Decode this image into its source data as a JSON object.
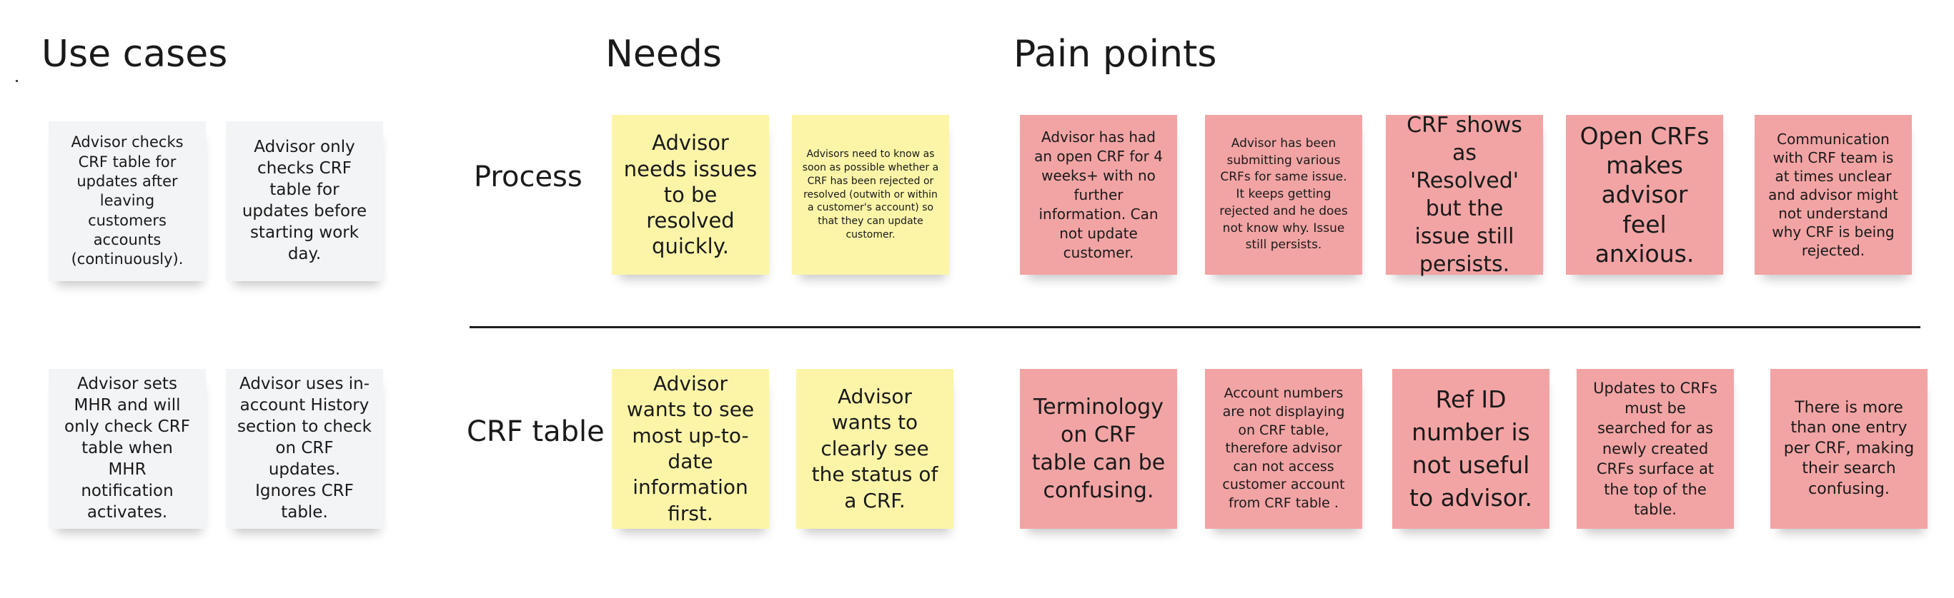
{
  "headings": {
    "use_cases": "Use cases",
    "needs": "Needs",
    "pain_points": "Pain points"
  },
  "row_labels": {
    "process": "Process",
    "crf_table": "CRF table"
  },
  "colors": {
    "use_case_note": "#f3f4f6",
    "need_note": "#fcf5a8",
    "pain_point_note": "#f2a4a4",
    "divider": "#1e1e1e"
  },
  "use_cases": {
    "process": [
      "Advisor checks CRF table for updates after leaving customers accounts (continuously).",
      "Advisor only checks CRF table for updates before starting work day."
    ],
    "crf_table": [
      "Advisor sets MHR and will only check CRF table when MHR notification activates.",
      "Advisor uses in-account History section to check on CRF updates. Ignores CRF table."
    ]
  },
  "needs": {
    "process": [
      "Advisor needs issues to be resolved quickly.",
      "Advisors need to know as soon as possible whether a CRF has been rejected or resolved (outwith or within a customer's account) so that they can update customer."
    ],
    "crf_table": [
      "Advisor wants to see most up-to-date information first.",
      "Advisor wants to clearly see the status of a CRF."
    ]
  },
  "pain_points": {
    "process": [
      "Advisor has had an open CRF for 4 weeks+ with no further information. Can not update customer.",
      "Advisor has been submitting various CRFs for same issue. It keeps getting rejected and he does not know why. Issue still persists.",
      "CRF shows as 'Resolved' but the issue still persists.",
      "Open CRFs makes advisor feel anxious.",
      "Communication with CRF team is at times unclear and advisor might not understand why CRF is being rejected."
    ],
    "crf_table": [
      "Terminology on CRF table can be confusing.",
      "Account numbers are not displaying on CRF table, therefore advisor can not access customer account from CRF table .",
      "Ref ID number is not useful to advisor.",
      "Updates to CRFs must be searched for as newly created CRFs surface at the top of the table.",
      "There is more than one entry per CRF, making their search confusing."
    ]
  }
}
